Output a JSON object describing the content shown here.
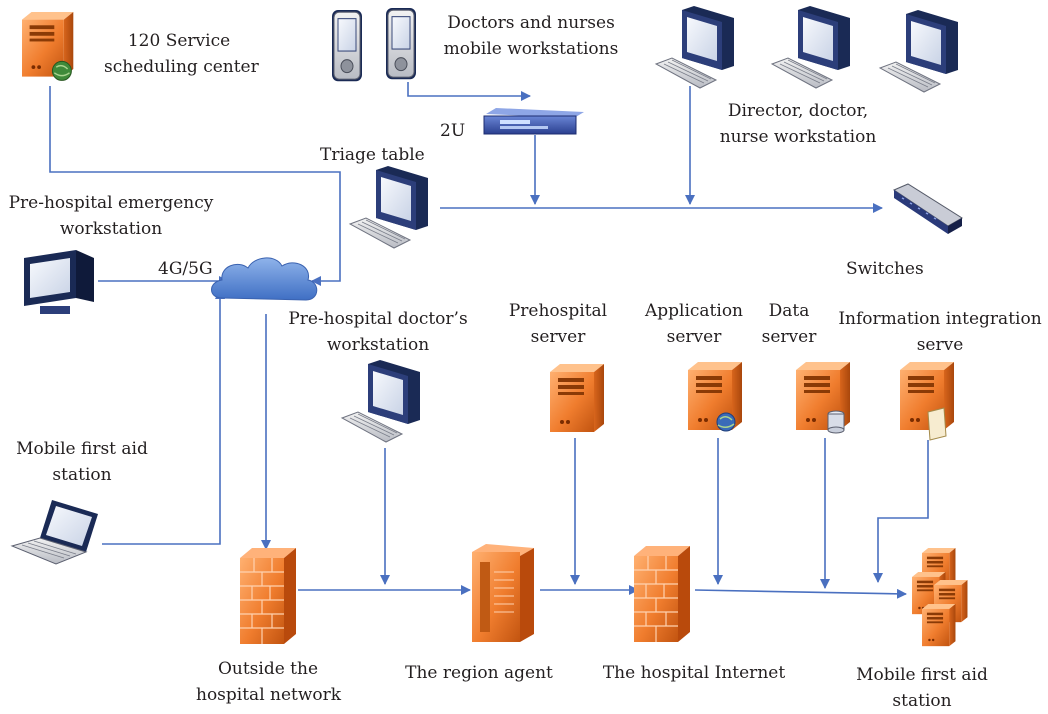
{
  "labels": {
    "service_center": [
      "120 Service",
      "scheduling center"
    ],
    "mobile_workstations": [
      "Doctors and nurses",
      "mobile workstations"
    ],
    "rack_2u": "2U",
    "director_workstation": [
      "Director, doctor,",
      "nurse workstation"
    ],
    "triage_table": "Triage table",
    "prehospital_emergency": [
      "Pre-hospital emergency",
      "workstation"
    ],
    "network_4g5g": "4G/5G",
    "switches": "Switches",
    "prehospital_doctor": [
      "Pre-hospital doctor’s",
      "workstation"
    ],
    "prehospital_server": [
      "Prehospital",
      "server"
    ],
    "application_server": [
      "Application",
      "server"
    ],
    "data_server": [
      "Data",
      "server"
    ],
    "integration_server": [
      "Information integration",
      "serve"
    ],
    "mobile_first_aid_left": [
      "Mobile first aid",
      "station"
    ],
    "outside_network": [
      "Outside the",
      "hospital network"
    ],
    "region_agent": "The region agent",
    "hospital_internet": "The hospital Internet",
    "mobile_first_aid_right": [
      "Mobile first aid",
      "station"
    ]
  },
  "colors": {
    "connector": "#4a70c0",
    "server_orange": "#f07d2e",
    "firewall_orange": "#e8631c",
    "monitor_navy": "#1a2a55"
  }
}
